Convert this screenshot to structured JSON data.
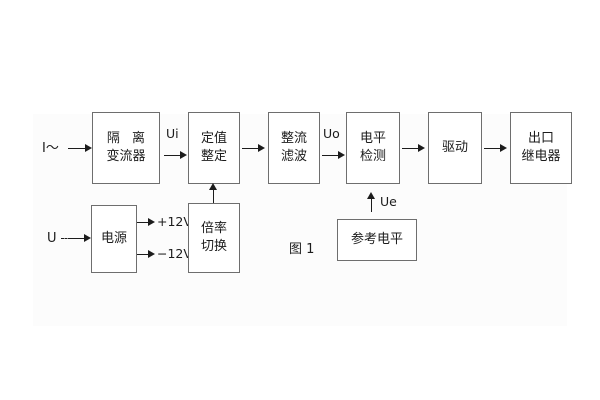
{
  "figure": {
    "caption": "图 1",
    "background_panel_color": "#fcfcfc",
    "stroke_color": "#6e6e6e",
    "line_color": "#1c1c1c"
  },
  "inputs": [
    {
      "name": "current-input",
      "label": "I～"
    },
    {
      "name": "voltage-input",
      "label": "U"
    }
  ],
  "blocks": [
    {
      "name": "isolation-transformer",
      "line1": "隔 离",
      "line2": "变流器"
    },
    {
      "name": "setpoint-adjust",
      "line1": "定值",
      "line2": "整定"
    },
    {
      "name": "rectify-filter",
      "line1": "整流",
      "line2": "滤波"
    },
    {
      "name": "level-detect",
      "line1": "电平",
      "line2": "检测"
    },
    {
      "name": "drive",
      "line1": "驱动",
      "line2": ""
    },
    {
      "name": "output-relay",
      "line1": "出口",
      "line2": "继电器"
    },
    {
      "name": "power-supply",
      "line1": "电源",
      "line2": ""
    },
    {
      "name": "multiplier-switch",
      "line1": "倍率",
      "line2": "切换"
    },
    {
      "name": "reference-level",
      "line1": "参考电平",
      "line2": ""
    }
  ],
  "signals": {
    "ui": "Ui",
    "uo": "Uo",
    "ue": "Ue",
    "rail_positive": "+12V",
    "rail_negative": "−12V"
  }
}
